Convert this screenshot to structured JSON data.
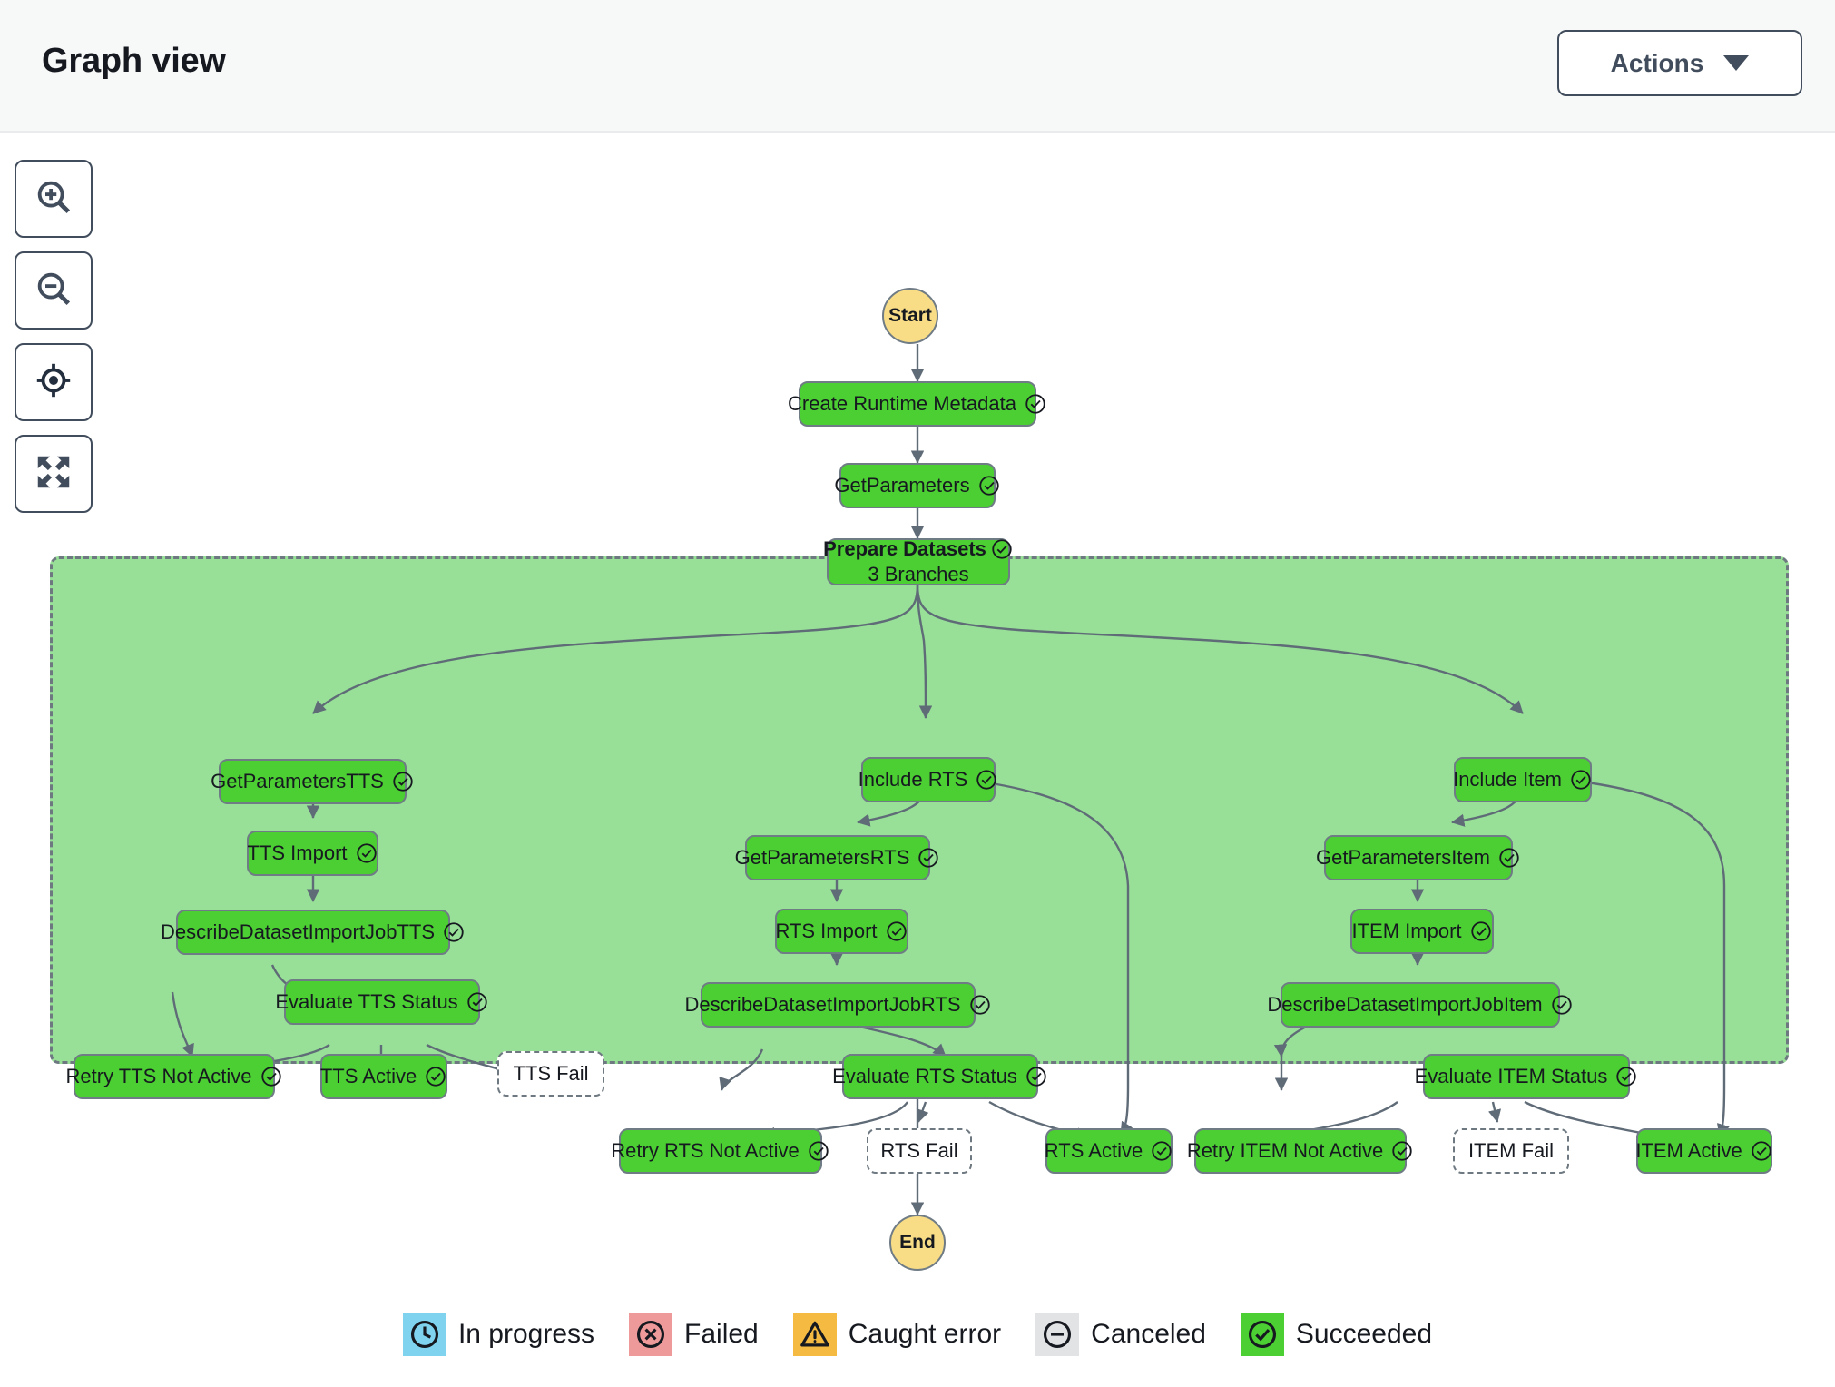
{
  "header": {
    "title": "Graph view",
    "actions_label": "Actions",
    "caret_icon": "chevron-down-icon"
  },
  "toolbar": {
    "items": [
      {
        "name": "zoom-in-icon",
        "tooltip": "Zoom in"
      },
      {
        "name": "zoom-out-icon",
        "tooltip": "Zoom out"
      },
      {
        "name": "center-icon",
        "tooltip": "Center graph"
      },
      {
        "name": "fit-screen-icon",
        "tooltip": "Fit to screen"
      }
    ]
  },
  "graph": {
    "start": {
      "label": "Start"
    },
    "end": {
      "label": "End"
    },
    "parallel_container": {
      "label": "Prepare Datasets parallel container"
    },
    "nodes": [
      {
        "id": "create-runtime-metadata",
        "label": "Create Runtime Metadata",
        "status": "succeeded"
      },
      {
        "id": "get-parameters",
        "label": "GetParameters",
        "status": "succeeded"
      },
      {
        "id": "prepare-datasets",
        "label": "Prepare Datasets",
        "sublabel": "3 Branches",
        "status": "succeeded"
      },
      {
        "id": "get-parameters-tts",
        "label": "GetParametersTTS",
        "status": "succeeded"
      },
      {
        "id": "tts-import",
        "label": "TTS Import",
        "status": "succeeded"
      },
      {
        "id": "describe-dataset-import-job-tts",
        "label": "DescribeDatasetImportJobTTS",
        "status": "succeeded"
      },
      {
        "id": "evaluate-tts-status",
        "label": "Evaluate TTS Status",
        "status": "succeeded"
      },
      {
        "id": "retry-tts-not-active",
        "label": "Retry TTS Not Active",
        "status": "succeeded"
      },
      {
        "id": "tts-active",
        "label": "TTS Active",
        "status": "succeeded"
      },
      {
        "id": "tts-fail",
        "label": "TTS Fail",
        "status": "not-run"
      },
      {
        "id": "include-rts",
        "label": "Include RTS",
        "status": "succeeded"
      },
      {
        "id": "get-parameters-rts",
        "label": "GetParametersRTS",
        "status": "succeeded"
      },
      {
        "id": "rts-import",
        "label": "RTS Import",
        "status": "succeeded"
      },
      {
        "id": "describe-dataset-import-job-rts",
        "label": "DescribeDatasetImportJobRTS",
        "status": "succeeded"
      },
      {
        "id": "evaluate-rts-status",
        "label": "Evaluate RTS Status",
        "status": "succeeded"
      },
      {
        "id": "retry-rts-not-active",
        "label": "Retry RTS Not Active",
        "status": "succeeded"
      },
      {
        "id": "rts-fail",
        "label": "RTS Fail",
        "status": "not-run"
      },
      {
        "id": "rts-active",
        "label": "RTS Active",
        "status": "succeeded"
      },
      {
        "id": "include-item",
        "label": "Include Item",
        "status": "succeeded"
      },
      {
        "id": "get-parameters-item",
        "label": "GetParametersItem",
        "status": "succeeded"
      },
      {
        "id": "item-import",
        "label": "ITEM Import",
        "status": "succeeded"
      },
      {
        "id": "describe-dataset-import-job-item",
        "label": "DescribeDatasetImportJobItem",
        "status": "succeeded"
      },
      {
        "id": "evaluate-item-status",
        "label": "Evaluate ITEM Status",
        "status": "succeeded"
      },
      {
        "id": "retry-item-not-active",
        "label": "Retry ITEM Not Active",
        "status": "succeeded"
      },
      {
        "id": "item-fail",
        "label": "ITEM Fail",
        "status": "not-run"
      },
      {
        "id": "item-active",
        "label": "ITEM Active",
        "status": "succeeded"
      }
    ]
  },
  "legend": {
    "items": [
      {
        "label": "In progress",
        "icon": "clock-icon",
        "color": "#7fd3ee"
      },
      {
        "label": "Failed",
        "icon": "x-circle-icon",
        "color": "#ef9a9a"
      },
      {
        "label": "Caught error",
        "icon": "warning-icon",
        "color": "#f5ba42"
      },
      {
        "label": "Canceled",
        "icon": "minus-circle-icon",
        "color": "#e2e3e5"
      },
      {
        "label": "Succeeded",
        "icon": "check-circle-icon",
        "color": "#4ccf33"
      }
    ]
  },
  "colors": {
    "succeeded": "#4ccf33",
    "terminal": "#f8dd86",
    "container": "#98e098",
    "stroke": "#6f7b85",
    "header_bg": "#f7f8f8"
  }
}
